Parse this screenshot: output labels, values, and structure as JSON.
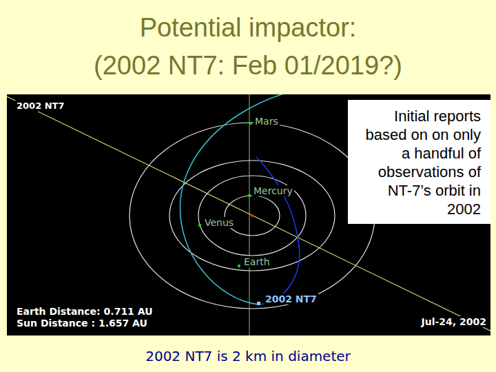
{
  "diagram": {
    "title": "Potential impactor: (2002 NT7: Feb 01/2019?)",
    "caption": "2002 NT7 is 2 km in diameter",
    "nodes": [
      {
        "text": [
          "Initial reports based on on only a handful of observations of NT-7’s orbit in 2002"
        ]
      }
    ],
    "labels": [
      "2002 NT7",
      "Mars",
      "Mercury",
      "Venus",
      "Earth",
      "2002 NT7",
      "Earth Distance: 0.711 AU",
      "Sun Distance : 1.657 AU",
      "Jul-24, 2002"
    ]
  }
}
